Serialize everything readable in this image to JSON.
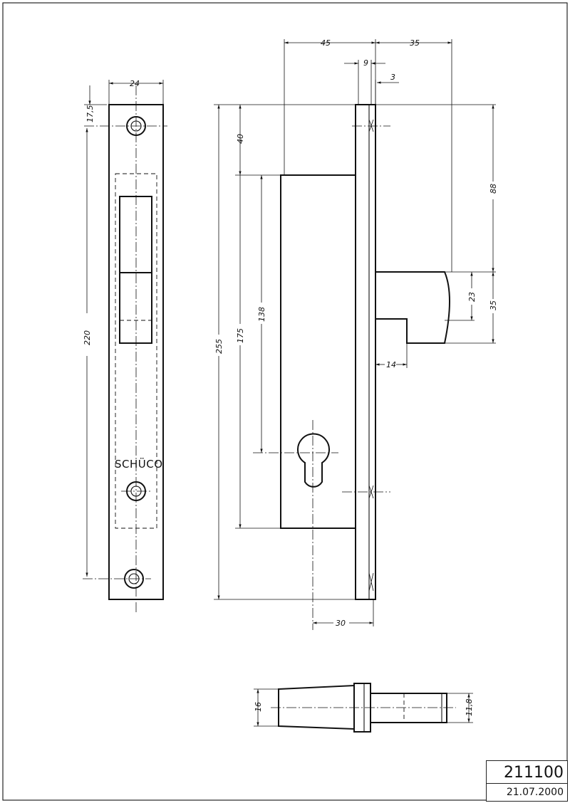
{
  "brand": "SCHÜCO",
  "title_block": {
    "number": "211100",
    "date": "21.07.2000"
  },
  "dimensions": {
    "front_width": "24",
    "top_offset": "17,5",
    "front_hole_spacing": "220",
    "body_depth": "45",
    "bolt_projection": "35",
    "faceplate_thickness": "9",
    "edge_3": "3",
    "top_to_body": "40",
    "top_to_bolt": "88",
    "body_to_cylinder": "138",
    "body_height": "175",
    "overall_height": "255",
    "bolt_height_23": "23",
    "bolt_height_35": "35",
    "bolt_step_14": "14",
    "backset_30": "30",
    "cyl_diameter_16": "16",
    "cyl_diameter_11_8": "11,8"
  }
}
